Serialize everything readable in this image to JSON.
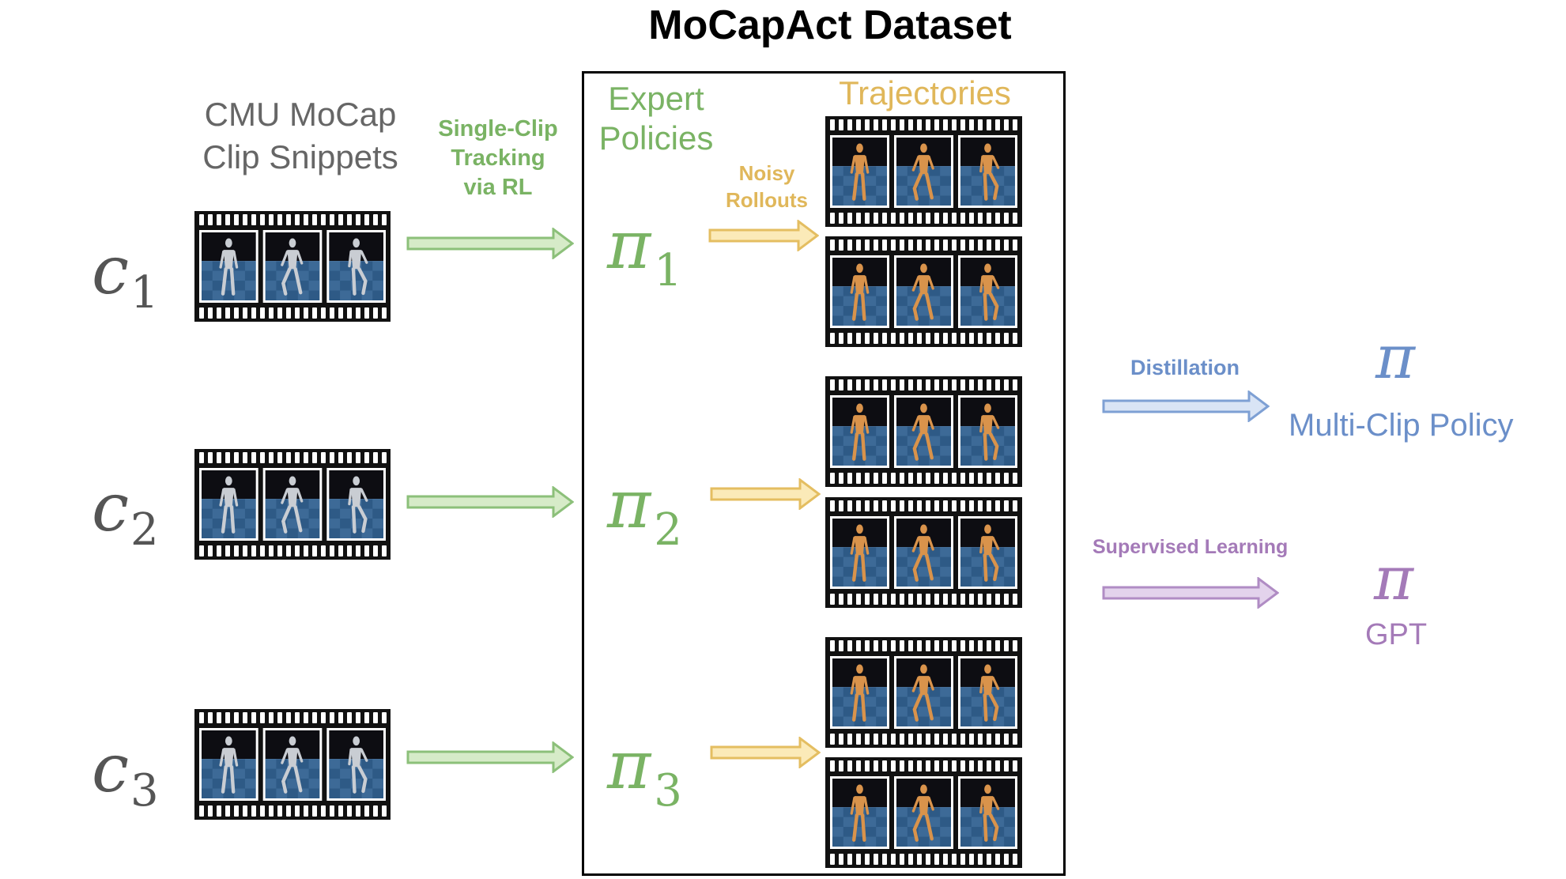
{
  "title": "MoCapAct Dataset",
  "headers": {
    "cmu_line1": "CMU MoCap",
    "cmu_line2": "Clip Snippets",
    "expert_line1": "Expert",
    "expert_line2": "Policies",
    "trajectories": "Trajectories"
  },
  "labels": {
    "tracking_line1": "Single-Clip",
    "tracking_line2": "Tracking",
    "tracking_line3": "via RL",
    "noisy_line1": "Noisy",
    "noisy_line2": "Rollouts",
    "distillation": "Distillation",
    "multi_clip_policy": "Multi-Clip Policy",
    "supervised_learning": "Supervised Learning",
    "gpt": "GPT"
  },
  "clips": [
    {
      "symbol": "c",
      "index": "1"
    },
    {
      "symbol": "c",
      "index": "2"
    },
    {
      "symbol": "c",
      "index": "3"
    }
  ],
  "experts": [
    {
      "symbol": "π",
      "index": "1"
    },
    {
      "symbol": "π",
      "index": "2"
    },
    {
      "symbol": "π",
      "index": "3"
    }
  ],
  "outputs": {
    "distilled_symbol": "π",
    "gpt_symbol": "π"
  },
  "colors": {
    "green": "#7ab364",
    "gold": "#e0b75a",
    "blue": "#6b8fc9",
    "purple": "#a47ab8",
    "gray": "#666666",
    "film": "#111111",
    "floor": "#2e5a86",
    "mocap_figure": "#c9cdd3",
    "rollout_figure": "#d9934b"
  }
}
